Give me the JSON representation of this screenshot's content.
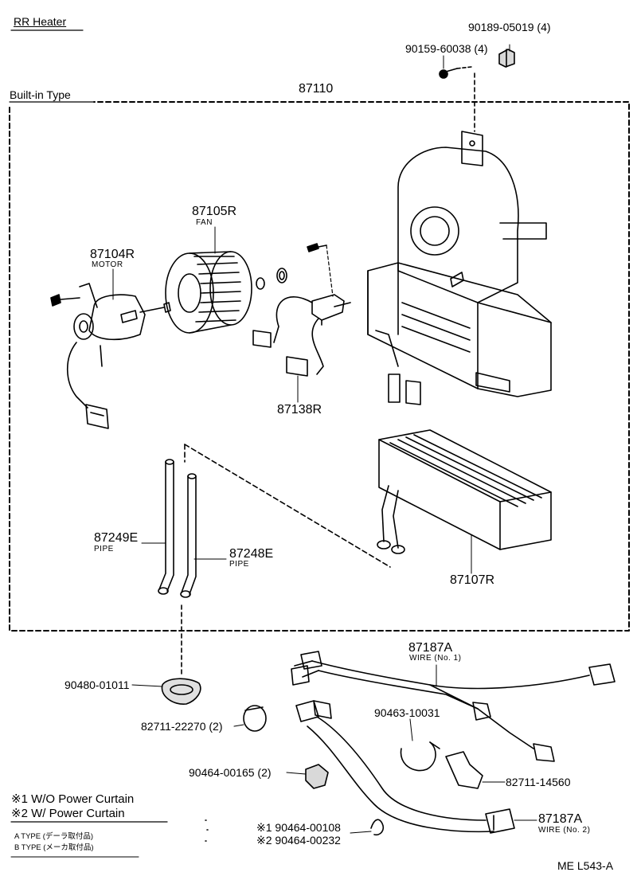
{
  "header": {
    "title": "RR Heater",
    "builtin": "Built-in Type",
    "assembly": "87110"
  },
  "parts": {
    "p90189": "90189-05019 (4)",
    "p90159": "90159-60038 (4)",
    "fan_pn": "87105R",
    "fan_label": "FAN",
    "motor_pn": "87104R",
    "motor_label": "MOTOR",
    "resistor_pn": "87138R",
    "pipe1_pn": "87249E",
    "pipe1_label": "PIPE",
    "pipe2_pn": "87248E",
    "pipe2_label": "PIPE",
    "core_pn": "87107R",
    "wire1_pn": "87187A",
    "wire1_label": "WIRE (No. 1)",
    "grommet_pn": "90480-01011",
    "clamp1_pn": "82711-22270 (2)",
    "clamp2_pn": "90463-10031",
    "clip1_pn": "90464-00165 (2)",
    "clamp3_pn": "82711-14560",
    "wire2_pn": "87187A",
    "wire2_label": "WIRE (No. 2)",
    "clip_alt1": "※1 90464-00108",
    "clip_alt2": "※2 90464-00232"
  },
  "legend": {
    "note1": "※1 W/O Power Curtain",
    "note2": "※2 W/ Power Curtain",
    "type_a": "A TYPE (デーラ取付品)",
    "type_b": "B TYPE (メーカ取付品)"
  },
  "footer": {
    "code": "ME L543-A"
  }
}
